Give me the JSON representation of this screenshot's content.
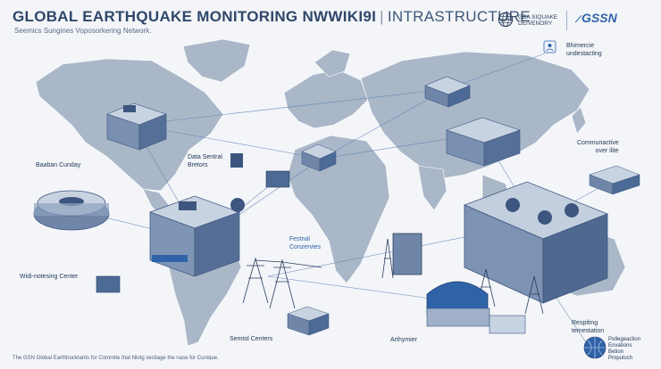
{
  "header": {
    "title_main": "GLOBAL EARTHQUAKE MONITORING NWWIKI9I",
    "title_sep": "|",
    "title_sub": "INTRASTRUCTURE",
    "subtitle": "Seemics Sungines Voposorkering Network."
  },
  "logos": {
    "left_line1": "GBA SIQUAKE",
    "left_line2": "DEIVENORY",
    "right": "GSSN",
    "globe_icon": "globe-icon"
  },
  "callouts": {
    "top_right_1": "Bhimercie",
    "top_right_2": "undestacting",
    "baaban": "Baaban Cunday",
    "data_sentral_1": "Data Sentral",
    "data_sentral_2": "Bretors",
    "communicative_1": "Communactive",
    "communicative_2": "over ilite",
    "festnal_1": "Festnal",
    "festnal_2": "Conzervies",
    "widi": "Widi-notesing Center",
    "sentol": "Semtol Centers",
    "arthymar": "Arthymier",
    "respiting_1": "Respiting",
    "respiting_2": "temestation",
    "pollegeaction_1": "Pollegeaction",
    "pollegeaction_2": "Envations",
    "pollegeaction_3": "Betion",
    "pollegeaction_4": "Proputsch"
  },
  "footer": {
    "text": "The GSN Global Earthtrucktants for Commite that Nlotg sectiage the nase for Cunique."
  },
  "colors": {
    "background": "#f3f5f8",
    "land": "#a7b5c6",
    "ocean": "#f3f5f8",
    "building": "#6f86a8",
    "building_dark": "#3d5680",
    "accent_blue": "#2e63a8",
    "link_lines": "#5b7fb3"
  }
}
